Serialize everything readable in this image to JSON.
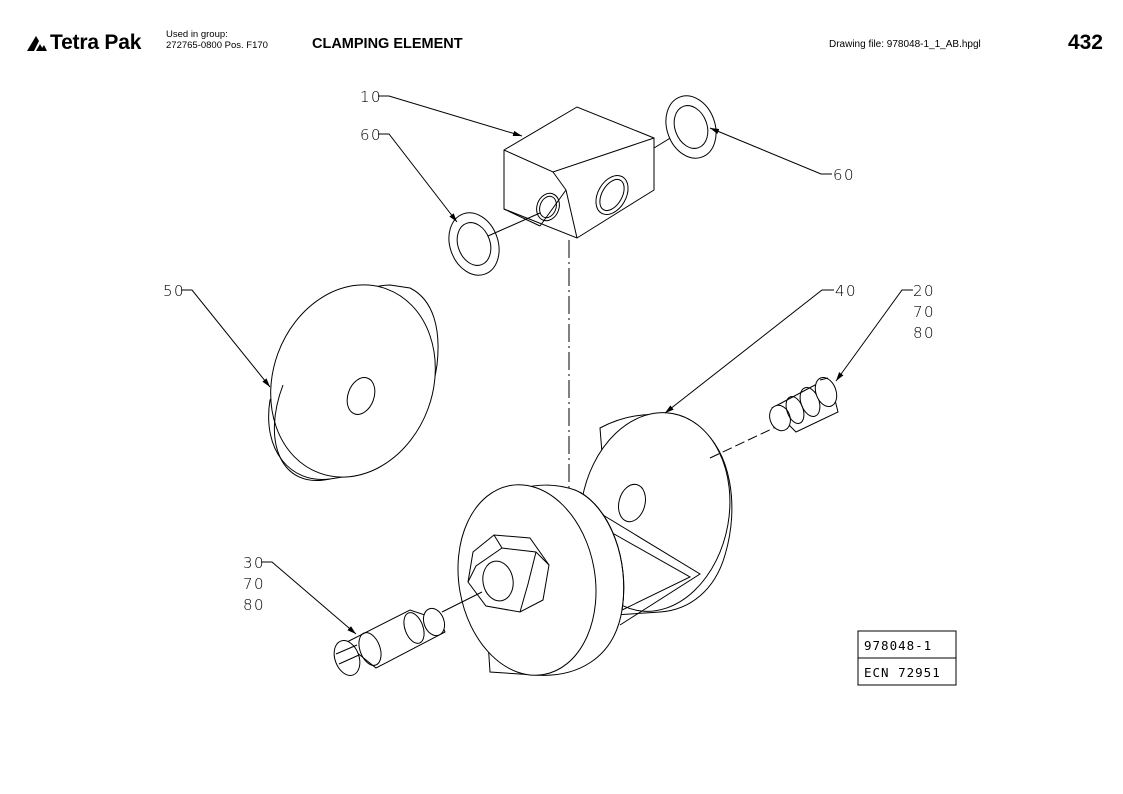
{
  "header": {
    "brand": "Tetra Pak",
    "used_in_label": "Used in group:",
    "used_in_value": "272765-0800 Pos. F170",
    "title": "CLAMPING ELEMENT",
    "drawing_file": "Drawing file:  978048-1_1_AB.hpgl",
    "page_number": "432"
  },
  "callouts": {
    "c10": "10",
    "c60a": "60",
    "c60b": "60",
    "c50": "50",
    "c40": "40",
    "c20": "20",
    "c20_70": "70",
    "c20_80": "80",
    "c30": "30",
    "c30_70": "70",
    "c30_80": "80"
  },
  "title_box": {
    "drawing_number": "978048-1",
    "ecn": "ECN 72951"
  }
}
